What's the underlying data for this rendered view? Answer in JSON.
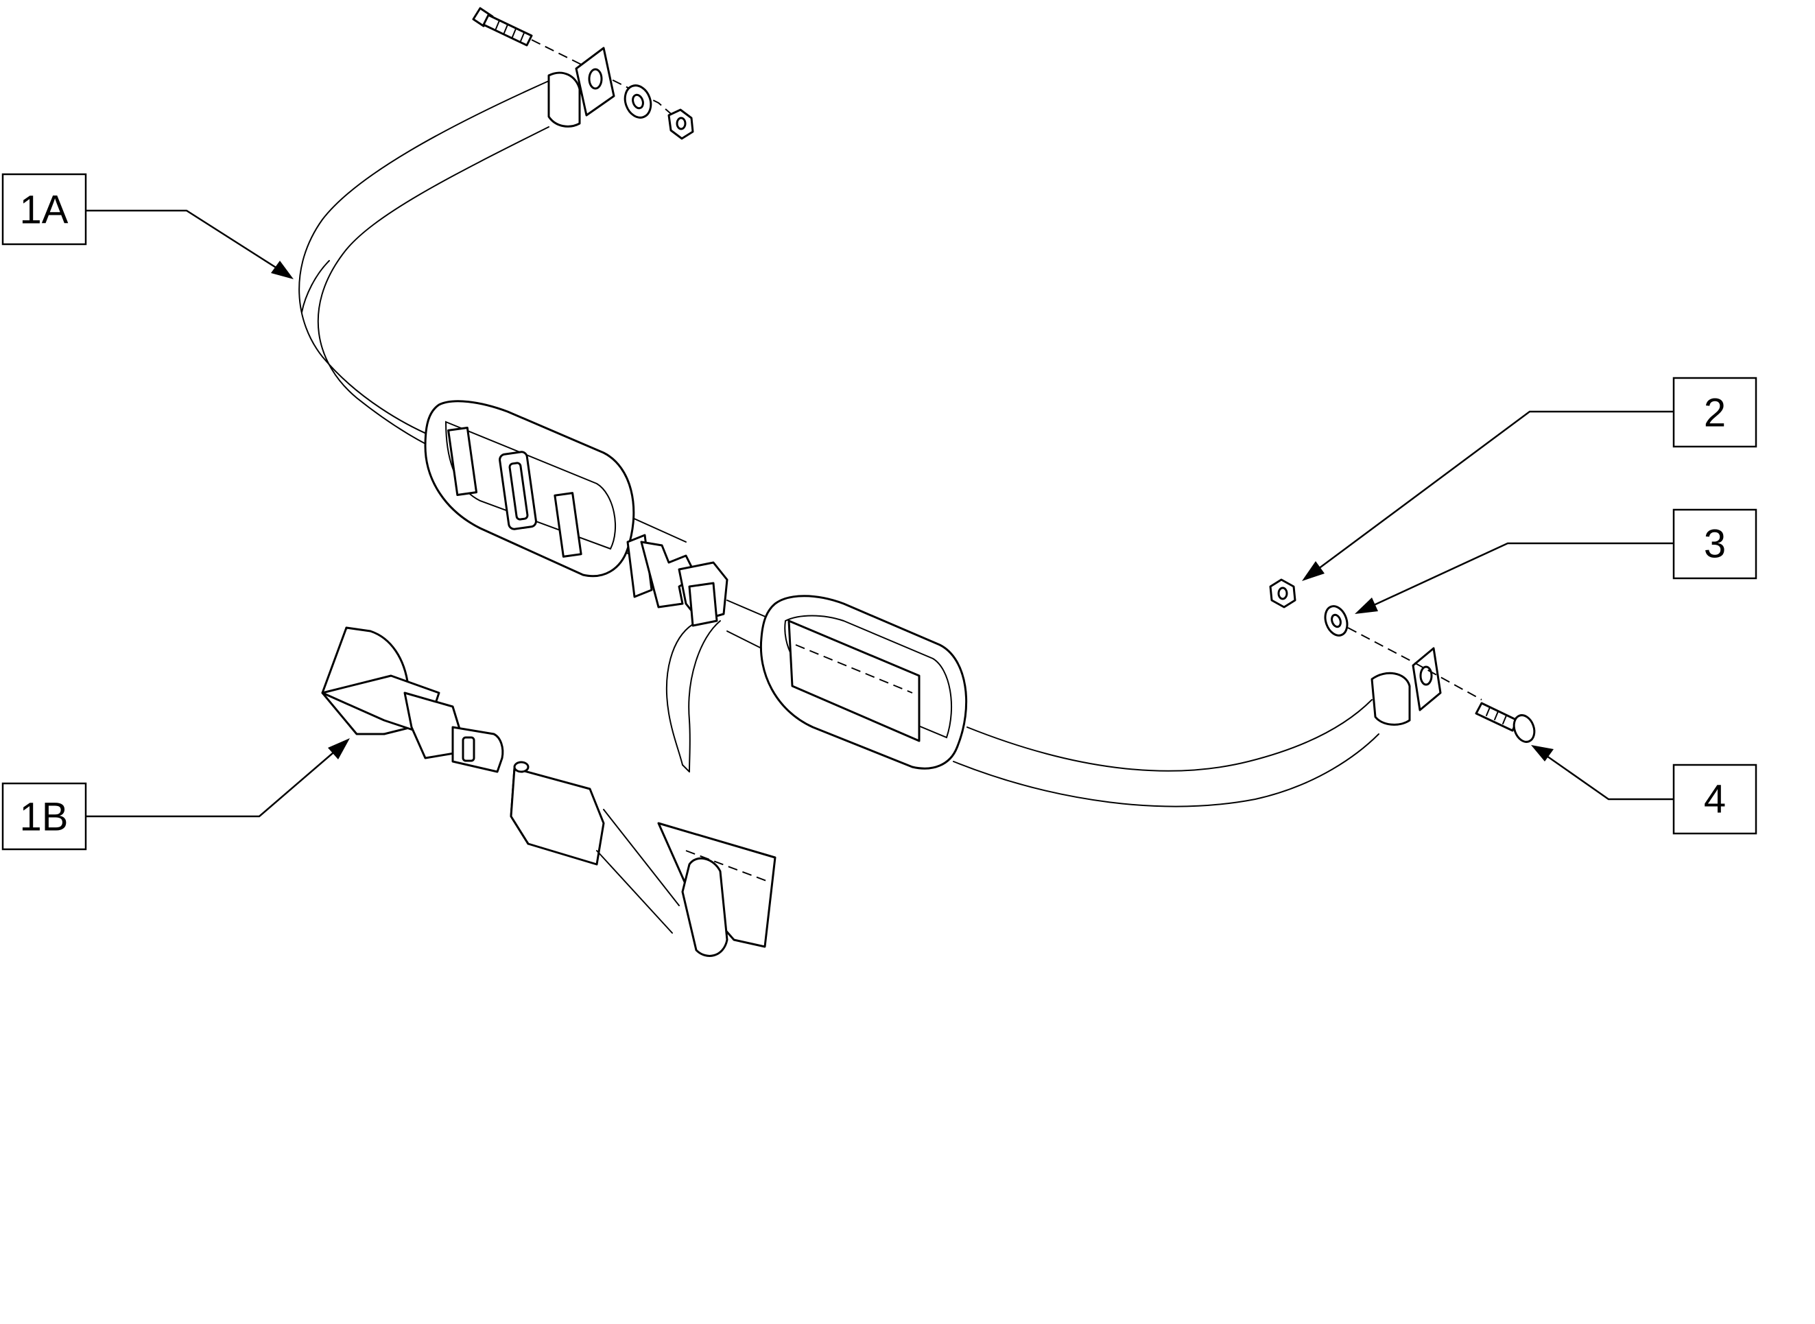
{
  "diagram": {
    "callouts": [
      {
        "id": "1A",
        "label": "1A"
      },
      {
        "id": "1B",
        "label": "1B"
      },
      {
        "id": "2",
        "label": "2"
      },
      {
        "id": "3",
        "label": "3"
      },
      {
        "id": "4",
        "label": "4"
      }
    ]
  },
  "colors": {
    "line": "#000000",
    "background": "#ffffff"
  }
}
